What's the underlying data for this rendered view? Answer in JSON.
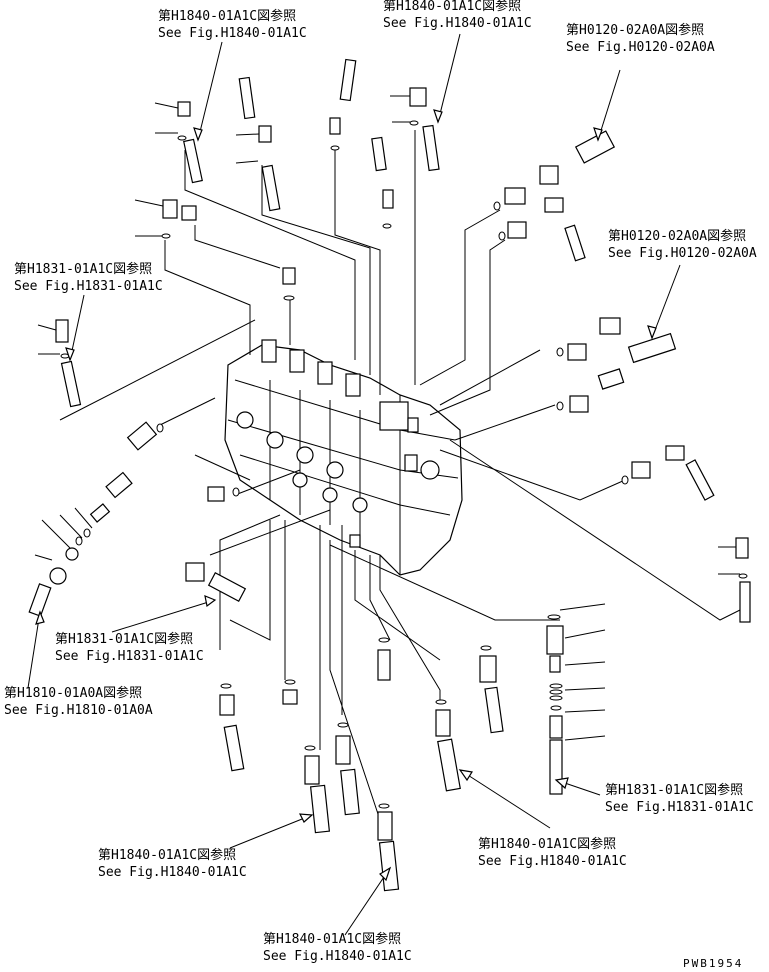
{
  "references": [
    {
      "jp": "第H1840-01A1C図参照",
      "en": "See Fig.H1840-01A1C"
    },
    {
      "jp": "第H1840-01A1C図参照",
      "en": "See Fig.H1840-01A1C"
    },
    {
      "jp": "第H0120-02A0A図参照",
      "en": "See Fig.H0120-02A0A"
    },
    {
      "jp": "第H0120-02A0A図参照",
      "en": "See Fig.H0120-02A0A"
    },
    {
      "jp": "第H1831-01A1C図参照",
      "en": "See Fig.H1831-01A1C"
    },
    {
      "jp": "第H1831-01A1C図参照",
      "en": "See Fig.H1831-01A1C"
    },
    {
      "jp": "第H1810-01A0A図参照",
      "en": "See Fig.H1810-01A0A"
    },
    {
      "jp": "第H1831-01A1C図参照",
      "en": "See Fig.H1831-01A1C"
    },
    {
      "jp": "第H1840-01A1C図参照",
      "en": "See Fig.H1840-01A1C"
    },
    {
      "jp": "第H1840-01A1C図参照",
      "en": "See Fig.H1840-01A1C"
    },
    {
      "jp": "第H1840-01A1C図参照",
      "en": "See Fig.H1840-01A1C"
    }
  ],
  "drawing_code": "PWB1954"
}
